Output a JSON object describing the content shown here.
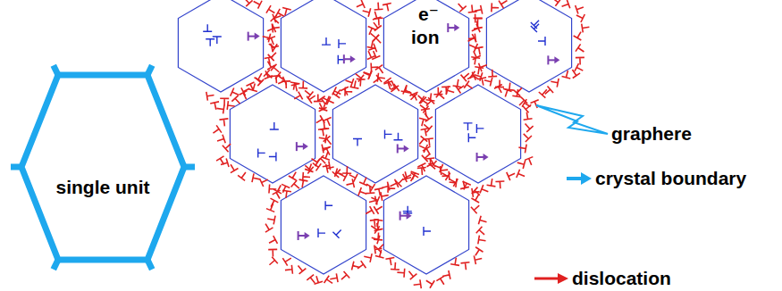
{
  "diagram": {
    "nodes": [
      {
        "text": [
          "single unit"
        ]
      }
    ],
    "labels": [
      "e⁻",
      "ion",
      "graphere",
      "crystal boundary",
      "dislocation"
    ]
  }
}
